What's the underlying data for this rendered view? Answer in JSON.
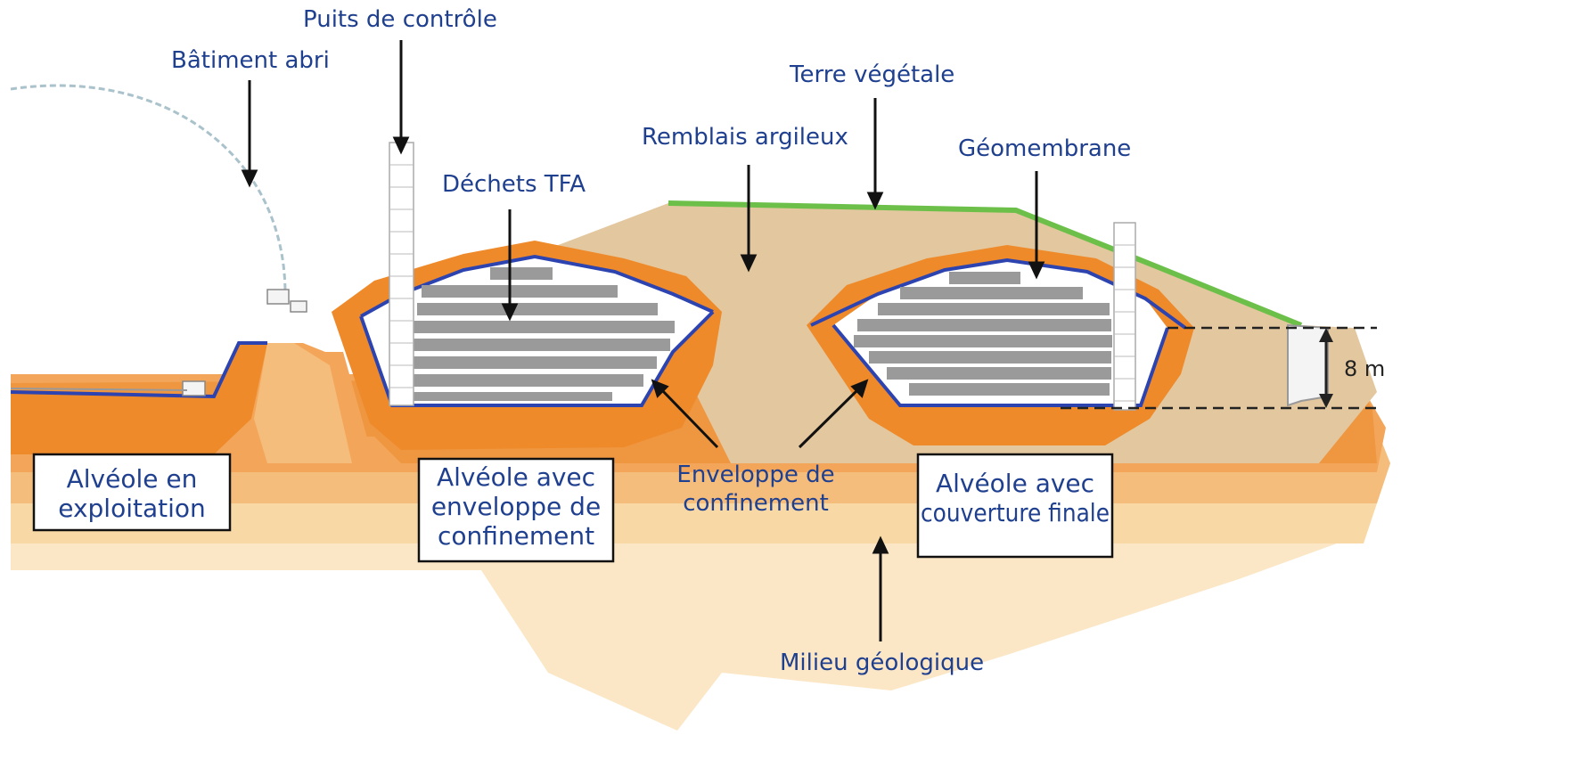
{
  "labels": {
    "puits": "Puits de contrôle",
    "batiment": "Bâtiment abri",
    "terre": "Terre végétale",
    "remblais": "Remblais argileux",
    "geomembrane": "Géomembrane",
    "dechets": "Déchets TFA",
    "enveloppe_1": "Enveloppe de",
    "enveloppe_2": "confinement",
    "milieu": "Milieu géologique",
    "dimension": "8 m"
  },
  "boxes": {
    "exploitation": [
      "Alvéole en",
      "exploitation"
    ],
    "enveloppe": [
      "Alvéole avec",
      "enveloppe de",
      "confinement"
    ],
    "couverture": [
      "Alvéole avec",
      "couverture finale"
    ]
  },
  "colors": {
    "label_text": "#1f3f8f",
    "orange_strong": "#ee8a2a",
    "orange_mid": "#f3a65a",
    "orange_light": "#f5bd7c",
    "sand": "#f8d9a6",
    "pale": "#fbe7c6",
    "backfill": "#e3c79e",
    "topsoil": "#6cc04a",
    "membrane": "#2d44b0",
    "waste": "#9a9a9a"
  }
}
